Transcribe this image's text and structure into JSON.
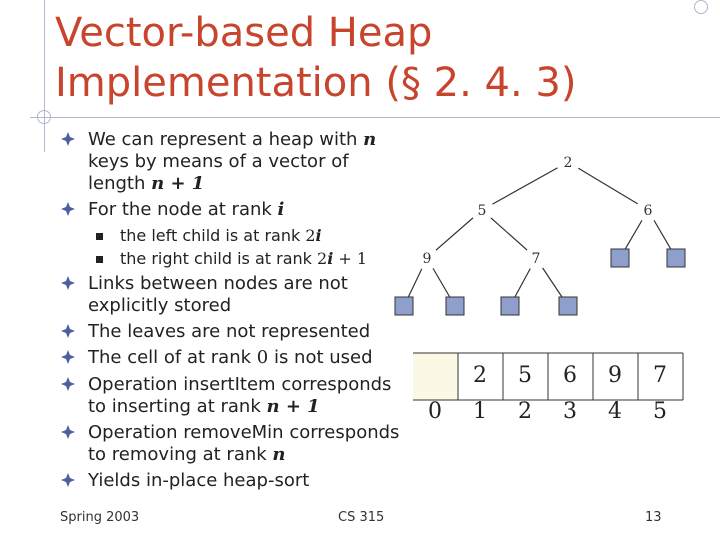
{
  "title": {
    "line1": "Vector-based Heap",
    "line2": "Implementation (§ 2. 4. 3)"
  },
  "bullets": {
    "b1_a": "We can represent a heap with ",
    "b1_n": "n",
    "b1_b": "keys by means of a vector of",
    "b1_c": "length ",
    "b1_d": "n + 1",
    "b2_a": "For the node at rank ",
    "b2_i": "i",
    "s1_a": "the left child is at rank ",
    "s1_b": "2",
    "s1_i": "i",
    "s2_a": "the right child is at rank ",
    "s2_b": "2",
    "s2_i": "i",
    "s2_c": " + 1",
    "b3_a": "Links between nodes are not",
    "b3_b": "explicitly stored",
    "b4": "The leaves are not represented",
    "b5_a": "The cell of at rank ",
    "b5_0": "0",
    "b5_b": " is not used",
    "b6_a": "Operation insertItem corresponds",
    "b6_b": "to inserting at rank ",
    "b6_n": "n + 1",
    "b7_a": "Operation removeMin corresponds",
    "b7_b": "to removing at rank ",
    "b7_n": "n",
    "b8": "Yields in-place heap-sort"
  },
  "tree": {
    "root": "2",
    "l": "5",
    "r": "6",
    "ll": "9",
    "lr": "7"
  },
  "vector": {
    "values": [
      "",
      "2",
      "5",
      "6",
      "9",
      "7"
    ],
    "ranks": [
      "0",
      "1",
      "2",
      "3",
      "4",
      "5"
    ]
  },
  "footer": {
    "left": "Spring 2003",
    "center": "CS 315",
    "page": "13"
  },
  "colors": {
    "title": "#c8442c",
    "leaf": "#8f9fcc",
    "cell0": "#fbf8e6",
    "arrow": "#4d5ea6"
  }
}
